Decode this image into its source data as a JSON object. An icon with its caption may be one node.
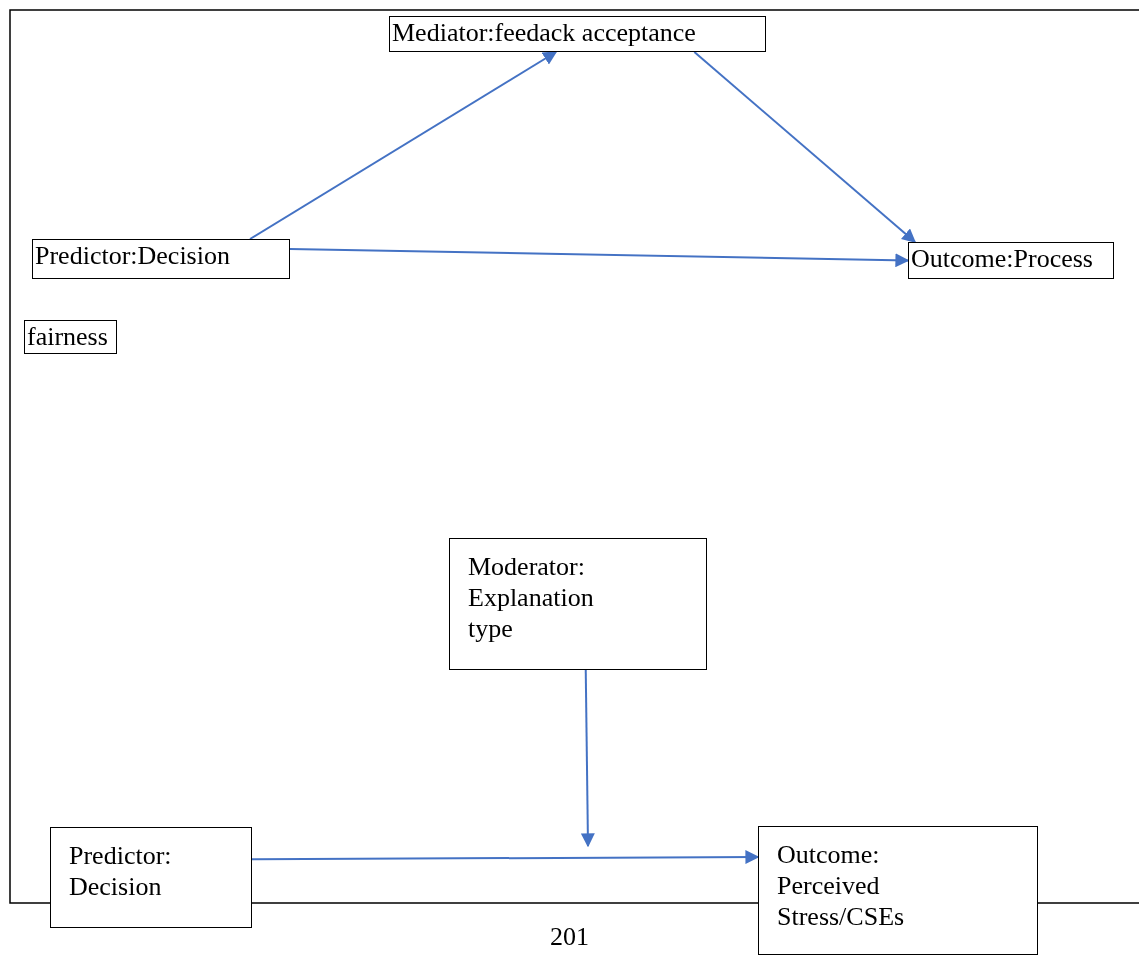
{
  "diagram": {
    "nodes": [
      {
        "text": [
          "Mediator:feedack acceptance"
        ]
      },
      {
        "text": [
          "Predictor:Decision"
        ]
      },
      {
        "text": [
          "Outcome:Process"
        ]
      },
      {
        "text": [
          "fairness"
        ]
      },
      {
        "text": [
          "Moderator: Explanation type"
        ]
      },
      {
        "text": [
          "Predictor: Decision"
        ]
      },
      {
        "text": [
          "Outcome: Perceived Stress/CSEs"
        ]
      }
    ],
    "edges": [
      {
        "from": 1,
        "to": 0,
        "arrow": "to"
      },
      {
        "from": 0,
        "to": 2,
        "arrow": "to"
      },
      {
        "from": 1,
        "to": 2,
        "arrow": "to"
      },
      {
        "from": 4,
        "to": null,
        "arrow": "to"
      },
      {
        "from": 5,
        "to": 6,
        "arrow": "to"
      }
    ],
    "labels": [
      "201"
    ]
  }
}
